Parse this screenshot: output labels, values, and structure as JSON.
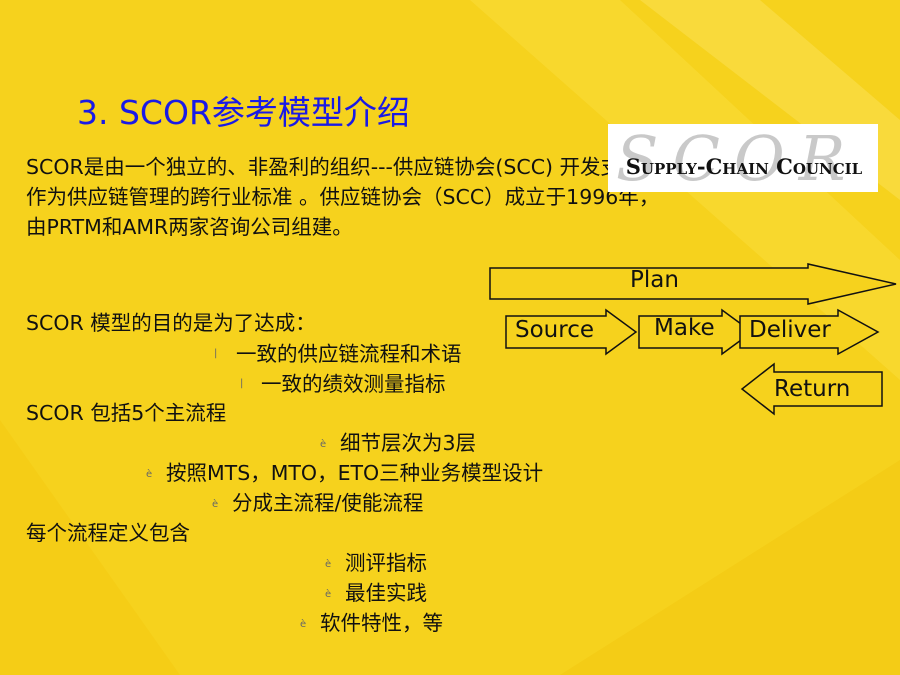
{
  "slide": {
    "title": "3. SCOR参考模型介绍",
    "intro": "SCOR是由一个独立的、非盈利的组织---供应链协会(SCC) 开发支持，作为供应链管理的跨行业标准 。供应链协会（SCC）成立于1996年，由PRTM和AMR两家咨询公司组建。",
    "purpose_heading": "SCOR 模型的目的是为了达成：",
    "purpose_items": [
      "一致的供应链流程和术语",
      "一致的绩效测量指标"
    ],
    "process_heading": "SCOR 包括5个主流程",
    "process_items": [
      "细节层次为3层",
      "按照MTS，MTO，ETO三种业务模型设计",
      "分成主流程/使能流程"
    ],
    "definition_heading": "每个流程定义包含",
    "definition_items": [
      "测评指标",
      "最佳实践",
      "软件特性，等"
    ]
  },
  "logo": {
    "big": "SCOR",
    "small": "Supply-Chain Council"
  },
  "flow": {
    "plan": "Plan",
    "source": "Source",
    "make": "Make",
    "deliver": "Deliver",
    "return": "Return"
  },
  "colors": {
    "background": "#f6d21d",
    "title": "#1a1ae6"
  }
}
